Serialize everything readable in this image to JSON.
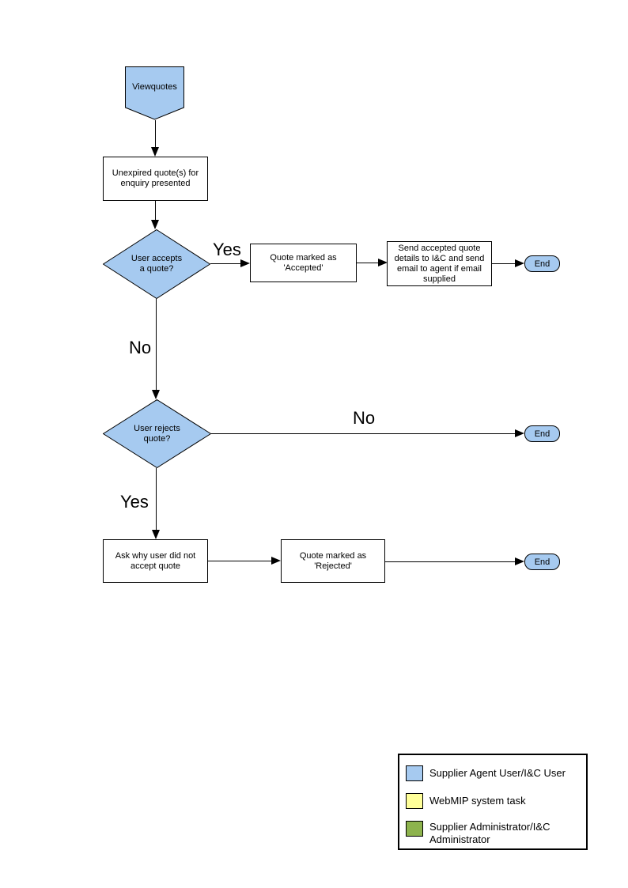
{
  "colors": {
    "actor_blue": "#A6CAF0",
    "task_yellow": "#FFFF99",
    "admin_green": "#8DB34D",
    "outline": "#000000"
  },
  "diagram": {
    "start_label": "Viewquotes",
    "nodes": {
      "unexpired": "Unexpired quote(s) for enquiry presented",
      "user_accepts": "User accepts a quote?",
      "marked_accepted": "Quote  marked as 'Accepted'",
      "send_details": "Send accepted quote details to I&C and send email to agent if email supplied",
      "user_rejects": "User rejects quote?",
      "ask_why": "Ask why user did not accept quote",
      "marked_rejected": "Quote  marked as 'Rejected'",
      "end": "End"
    },
    "edge_labels": {
      "accepts_yes": "Yes",
      "accepts_no": "No",
      "rejects_no": "No",
      "rejects_yes": "Yes"
    }
  },
  "legend": {
    "items": [
      {
        "label": "Supplier Agent User/I&C User",
        "color": "#A6CAF0"
      },
      {
        "label": "WebMIP system task",
        "color": "#FFFF99"
      },
      {
        "label": "Supplier Administrator/I&C Administrator",
        "color": "#8DB34D"
      }
    ]
  }
}
